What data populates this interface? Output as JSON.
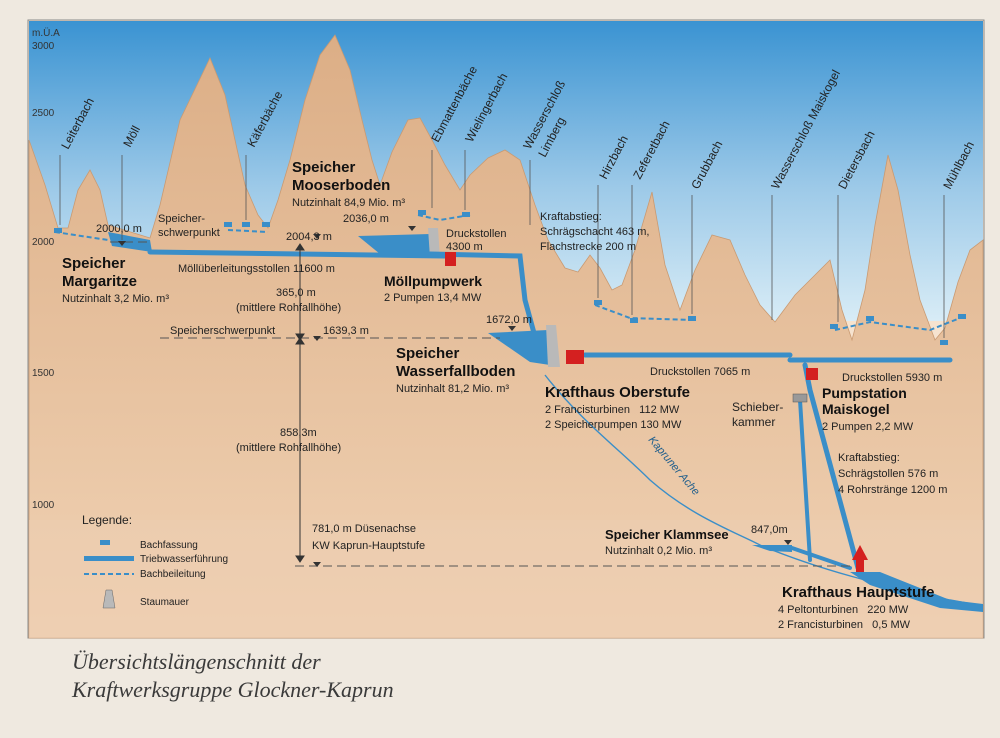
{
  "axis": {
    "unit": "m.Ü.A",
    "ticks": [
      "3000",
      "2500",
      "2000",
      "1500",
      "1000"
    ]
  },
  "streams": [
    "Leiterbach",
    "Möll",
    "Käferbäche",
    "Ebmattenbäche",
    "Wielingerbach",
    "Wasserschloß",
    "Limberg",
    "Hirzbach",
    "Zeferetbach",
    "Grubbach",
    "Wasserschloß Maiskogel",
    "Dietersbach",
    "Mühlbach"
  ],
  "margaritze": {
    "name1": "Speicher",
    "name2": "Margaritze",
    "capacity": "Nutzinhalt 3,2 Mio. m³",
    "level": "2000,0 m"
  },
  "mooserboden": {
    "name1": "Speicher",
    "name2": "Mooserboden",
    "capacity": "Nutzinhalt 84,9 Mio. m³",
    "level": "2036,0 m"
  },
  "speicherschwerpunkt_upper": {
    "line1": "Speicher-",
    "line2": "schwerpunkt",
    "level": "2004,3 m"
  },
  "moell_tunnel": "Möllüberleitungsstollen 11600 m",
  "drop_upper": {
    "value": "365,0 m",
    "note": "(mittlere Rohfallhöhe)"
  },
  "moellpumpwerk": {
    "name": "Möllpumpwerk",
    "detail": "2 Pumpen 13,4 MW"
  },
  "druckstollen_upper": {
    "line1": "Druckstollen",
    "line2": "4300 m"
  },
  "kraftabstieg_upper": {
    "title": "Kraftabstieg:",
    "line1": "Schrägschacht 463 m,",
    "line2": "Flachstrecke 200 m"
  },
  "wasserfallboden": {
    "name1": "Speicher",
    "name2": "Wasserfallboden",
    "capacity": "Nutzinhalt 81,2 Mio. m³",
    "level": "1672,0 m"
  },
  "speicherschwerpunkt_lower": {
    "label": "Speicherschwerpunkt",
    "level": "1639,3 m"
  },
  "oberstufe": {
    "name": "Krafthaus Oberstufe",
    "line1": "2 Francisturbinen   112 MW",
    "line2": "2 Speicherpumpen 130 MW"
  },
  "druckstollen_mid": "Druckstollen 7065 m",
  "druckstollen_right": "Druckstollen 5930 m",
  "schieberkammer": {
    "line1": "Schieber-",
    "line2": "kammer"
  },
  "pumpstation": {
    "line1": "Pumpstation",
    "line2": "Maiskogel",
    "detail": "2 Pumpen 2,2 MW"
  },
  "kraftabstieg_lower": {
    "title": "Kraftabstieg:",
    "line1": "Schrägstollen 576 m",
    "line2": "4 Rohrstränge 1200 m"
  },
  "drop_lower": {
    "value": "858,3m",
    "note": "(mittlere Rohfallhöhe)"
  },
  "duesenachse": {
    "line1": "781,0 m Düsenachse",
    "line2": "KW Kaprun-Hauptstufe"
  },
  "klammsee": {
    "name": "Speicher Klammsee",
    "capacity": "Nutzinhalt 0,2 Mio. m³",
    "level": "847,0m"
  },
  "kapruner_ache": "Kapruner Ache",
  "hauptstufe": {
    "name": "Krafthaus Hauptstufe",
    "line1": "4 Peltonturbinen   220 MW",
    "line2": "2 Francisturbinen   0,5 MW"
  },
  "legend": {
    "title": "Legende:",
    "items": [
      "Bachfassung",
      "Triebwasserführung",
      "Bachbeileitung",
      "Staumauer"
    ]
  },
  "caption": {
    "line1": "Übersichtslängenschnitt der",
    "line2": "Kraftwerksgruppe Glockner-Kaprun"
  },
  "colors": {
    "sky_top": "#3d9ad6",
    "sky_bottom": "#d8ecf6",
    "mountain": "#e8c09a",
    "water": "#3a8ec8",
    "building": "#d42020"
  }
}
